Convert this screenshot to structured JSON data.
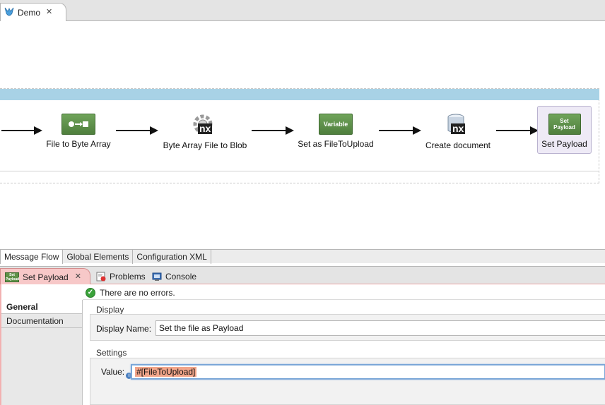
{
  "editor": {
    "tab_label": "Demo"
  },
  "flow": {
    "nodes": [
      {
        "label": "File to Byte Array",
        "icon": "file-to-byte-array-transformer-icon"
      },
      {
        "label": "Byte Array File to Blob",
        "icon": "nuxeo-gear-icon",
        "badge": "nx"
      },
      {
        "label": "Set as FileToUpload",
        "icon": "variable-icon",
        "tile_text": "Variable"
      },
      {
        "label": "Create document",
        "icon": "nuxeo-database-icon",
        "badge": "nx"
      },
      {
        "label": "Set Payload",
        "icon": "set-payload-icon",
        "tile_text": "Set Payload",
        "selected": true
      }
    ]
  },
  "editor_tabs": [
    {
      "label": "Message Flow",
      "active": true
    },
    {
      "label": "Global Elements"
    },
    {
      "label": "Configuration XML"
    }
  ],
  "view_tabs": [
    {
      "label": "Set Payload",
      "active": true
    },
    {
      "label": "Problems"
    },
    {
      "label": "Console"
    }
  ],
  "properties": {
    "icon_text": "Set Payload",
    "status": "There are no errors.",
    "side_items": [
      {
        "label": "General",
        "active": true
      },
      {
        "label": "Documentation"
      }
    ],
    "display_section": "Display",
    "display_name_label": "Display Name:",
    "display_name_value": "Set the file as Payload",
    "settings_section": "Settings",
    "value_label": "Value:",
    "value_text": "#[FileToUpload]",
    "info_glyph": "i"
  },
  "colors": {
    "flow_header": "#a8d2e6",
    "active_view_tab": "#f7c8c8",
    "expression_highlight": "#f2a58a",
    "node_green": "#5f9148"
  }
}
